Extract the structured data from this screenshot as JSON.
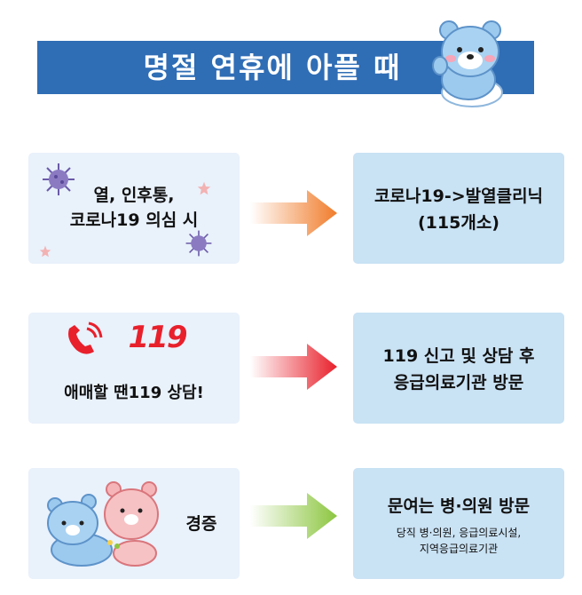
{
  "banner": {
    "title": "명절 연휴에 아플 때"
  },
  "rows": [
    {
      "left": {
        "line1": "열, 인후통,",
        "line2": "코로나19 의심 시"
      },
      "right": {
        "line1": "코로나19->발열클리닉",
        "line2": "(115개소)"
      },
      "arrow_color": "#f07c2a"
    },
    {
      "left": {
        "badge": "119",
        "line1": "애매할 땐119 상담!"
      },
      "right": {
        "line1": "119 신고 및 상담 후",
        "line2": "응급의료기관 방문"
      },
      "arrow_color": "#e8202b"
    },
    {
      "left": {
        "line1": "경증"
      },
      "right": {
        "line1": "문여는 병·의원 방문",
        "line2": "당직 병·의원, 응급의료시설,",
        "line3": "지역응급의료기관"
      },
      "arrow_color": "#8cc63f"
    }
  ],
  "icons": [
    "virus-icon",
    "flower-icon",
    "phone-icon",
    "mascot-bear-blue",
    "mascot-bear-pink"
  ]
}
